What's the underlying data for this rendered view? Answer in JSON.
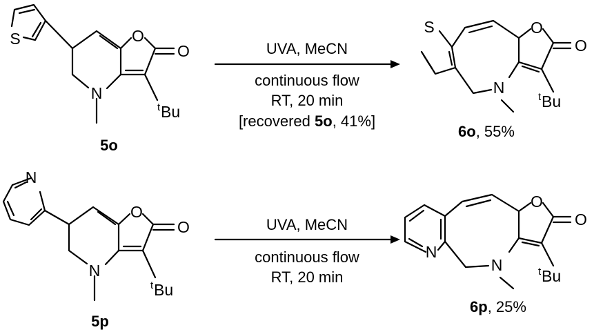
{
  "reactions": [
    {
      "substrate": {
        "label": "5o",
        "atoms": {
          "S": "S",
          "O_ring": "O",
          "O_carbonyl": "O",
          "N": "N",
          "tBu_sup": "t",
          "tBu_main": "Bu"
        }
      },
      "conditions": {
        "above": "UVA, MeCN",
        "below_1": "continuous flow",
        "below_2": "RT, 20 min",
        "note_prefix": "[recovered ",
        "note_bold": "5o",
        "note_suffix": ", 41%]"
      },
      "product": {
        "label": "6o",
        "yield": ", 55%",
        "atoms": {
          "S": "S",
          "O_ring": "O",
          "O_carbonyl": "O",
          "N": "N",
          "tBu_sup": "t",
          "tBu_main": "Bu"
        }
      }
    },
    {
      "substrate": {
        "label": "5p",
        "atoms": {
          "N_pyr": "N",
          "O_ring": "O",
          "O_carbonyl": "O",
          "N": "N",
          "tBu_sup": "t",
          "tBu_main": "Bu"
        }
      },
      "conditions": {
        "above": "UVA, MeCN",
        "below_1": "continuous flow",
        "below_2": "RT, 20 min"
      },
      "product": {
        "label": "6p",
        "yield": ", 25%",
        "atoms": {
          "N_pyr": "N",
          "O_ring": "O",
          "O_carbonyl": "O",
          "N": "N",
          "tBu_sup": "t",
          "tBu_main": "Bu"
        }
      }
    }
  ]
}
